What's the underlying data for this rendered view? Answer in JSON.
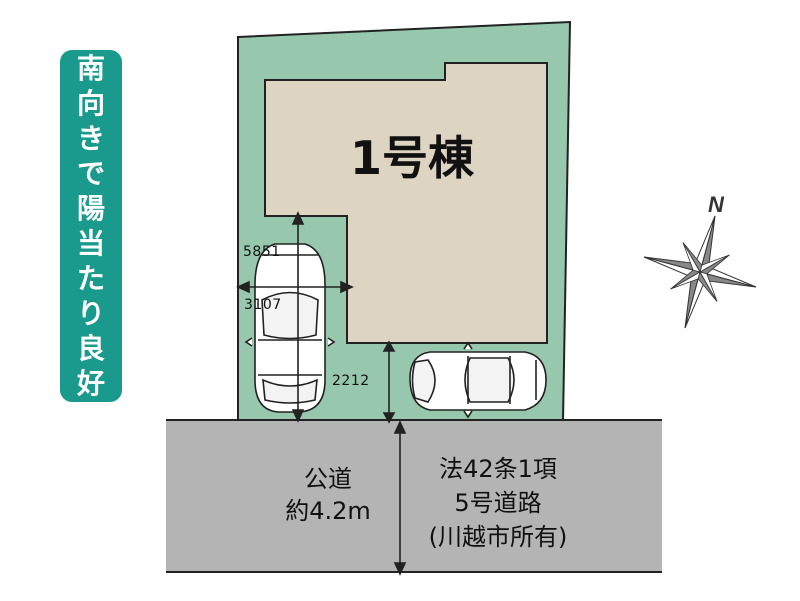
{
  "badge": {
    "chars": [
      "南",
      "向",
      "き",
      "で",
      "陽",
      "当",
      "た",
      "り",
      "良",
      "好"
    ]
  },
  "building": {
    "name": "1号棟"
  },
  "compass": {
    "label": "N"
  },
  "dimensions": {
    "length": "5851",
    "width": "3107",
    "setback": "2212"
  },
  "public_road": {
    "line1": "公道",
    "line2": "約4.2m"
  },
  "private_road": {
    "line1": "法42条1項",
    "line2": "5号道路",
    "line3": "(川越市所有)"
  },
  "colors": {
    "lot": "#97c7ad",
    "building": "#ddd5c2",
    "road": "#b4b4b4",
    "badge": "#1a9a8c"
  }
}
